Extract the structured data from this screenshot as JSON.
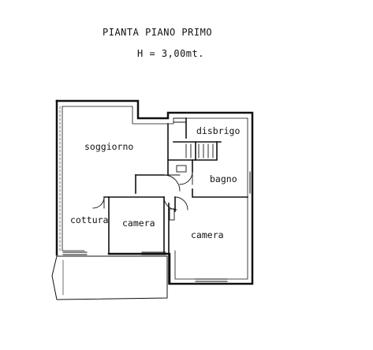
{
  "header": {
    "title": "PIANTA PIANO PRIMO",
    "height_note": "H = 3,00mt."
  },
  "rooms": {
    "soggiorno": "soggiorno",
    "disbrigo": "disbrigo",
    "bagno": "bagno",
    "cottura": "cottura",
    "camera_small": "camera",
    "camera_large": "camera"
  }
}
